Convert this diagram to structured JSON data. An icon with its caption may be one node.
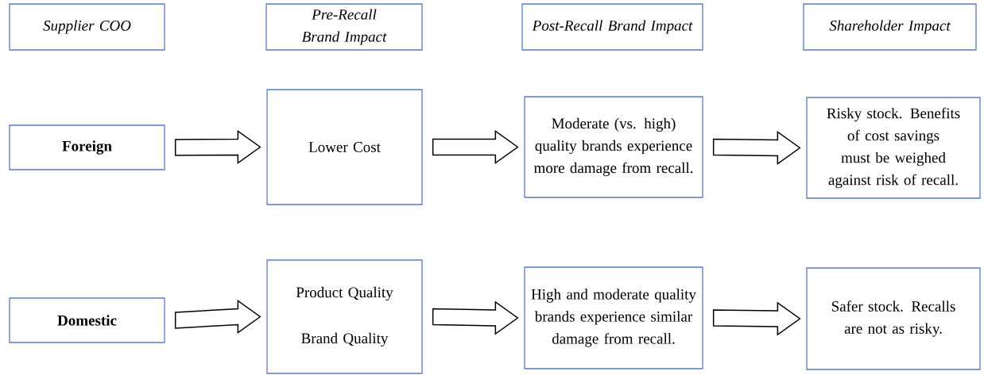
{
  "diagram": {
    "nodes": [
      {
        "text": [
          "Supplier COO"
        ]
      },
      {
        "text": [
          "Pre-Recall Brand Impact"
        ]
      },
      {
        "text": [
          "Post-Recall Brand Impact"
        ]
      },
      {
        "text": [
          "Shareholder Impact"
        ]
      },
      {
        "text": [
          "Foreign"
        ]
      },
      {
        "text": [
          "Lower Cost"
        ]
      },
      {
        "text": [
          "Moderate (vs. high) quality brands experience more damage from recall."
        ]
      },
      {
        "text": [
          "Risky stock. Benefits of cost savings must be weighed against risk of recall."
        ]
      },
      {
        "text": [
          "Domestic"
        ]
      },
      {
        "text": [
          "Product Quality",
          "Brand Quality"
        ]
      },
      {
        "text": [
          "High and moderate quality brands experience similar damage from recall."
        ]
      },
      {
        "text": [
          "Safer stock. Recalls are not as risky."
        ]
      }
    ],
    "edges": [
      {
        "from": 4,
        "to": 5,
        "arrow": "to"
      },
      {
        "from": 5,
        "to": 6,
        "arrow": "to"
      },
      {
        "from": 6,
        "to": 7,
        "arrow": "to"
      },
      {
        "from": 8,
        "to": 9,
        "arrow": "to"
      },
      {
        "from": 9,
        "to": 10,
        "arrow": "to"
      },
      {
        "from": 10,
        "to": 11,
        "arrow": "to"
      }
    ]
  }
}
